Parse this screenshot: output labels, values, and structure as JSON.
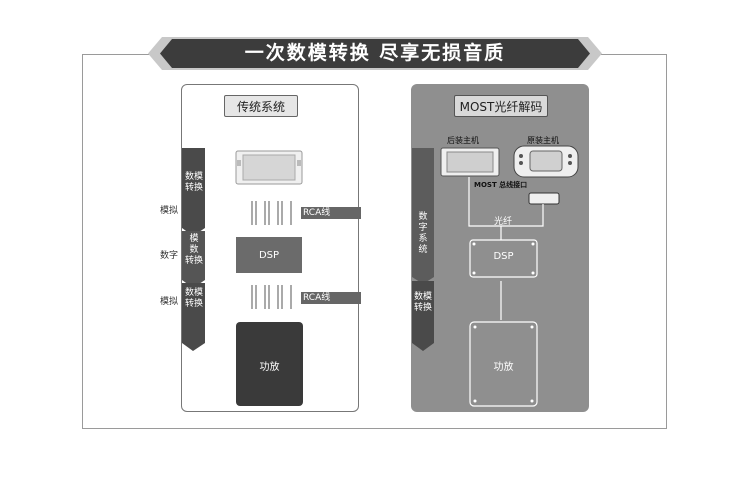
{
  "banner": {
    "title": "一次数模转换 尽享无损音质"
  },
  "left": {
    "title": "传统系统",
    "side_labels": [
      "模拟",
      "数字",
      "模拟"
    ],
    "arrow_labels": [
      "数模\n转换",
      "模\n数\n转换",
      "数模\n转换"
    ],
    "rca_label_1": "RCA线",
    "rca_label_2": "RCA线",
    "dsp_label": "DSP",
    "amp_label": "功放"
  },
  "right": {
    "title": "MOST光纤解码",
    "rear_host": "后装主机",
    "oem_host": "原装主机",
    "bus_port": "MOST 总线接口",
    "fiber": "光纤",
    "dsp_label": "DSP",
    "amp_label": "功放",
    "arrow_labels": [
      "数字系统",
      "数模\n转换"
    ]
  },
  "colors": {
    "dark": "#3a3a3a",
    "mid": "#666666",
    "panel": "#8f8f8f"
  }
}
